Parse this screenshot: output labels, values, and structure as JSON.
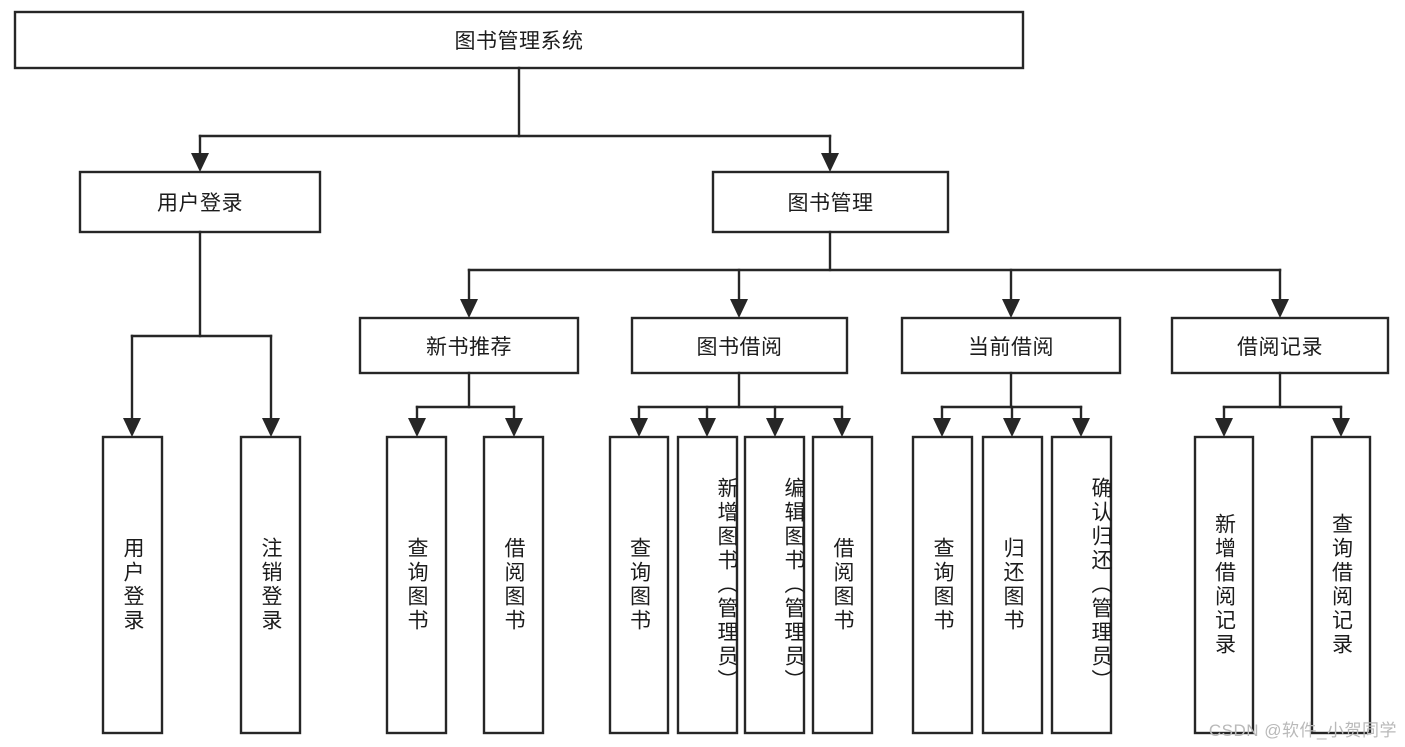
{
  "diagram": {
    "type": "tree",
    "title": "图书管理系统",
    "watermark": "CSDN @软件_小贺同学",
    "colors": {
      "stroke": "#262626",
      "fill": "#ffffff",
      "text": "#1c1c1c",
      "watermark": "#b9b9b9"
    },
    "nodes": {
      "root": {
        "label": "图书管理系统",
        "level": 0,
        "orientation": "horizontal"
      },
      "l1a": {
        "label": "用户登录",
        "level": 1,
        "orientation": "horizontal"
      },
      "l1b": {
        "label": "图书管理",
        "level": 1,
        "orientation": "horizontal"
      },
      "l2a": {
        "label": "新书推荐",
        "level": 2,
        "orientation": "horizontal"
      },
      "l2b": {
        "label": "图书借阅",
        "level": 2,
        "orientation": "horizontal"
      },
      "l2c": {
        "label": "当前借阅",
        "level": 2,
        "orientation": "horizontal"
      },
      "l2d": {
        "label": "借阅记录",
        "level": 2,
        "orientation": "horizontal"
      },
      "leaf1": {
        "label": "用户登录",
        "level": 3,
        "orientation": "vertical"
      },
      "leaf2": {
        "label": "注销登录",
        "level": 3,
        "orientation": "vertical"
      },
      "leaf3": {
        "label": "查询图书",
        "level": 3,
        "orientation": "vertical"
      },
      "leaf4": {
        "label": "借阅图书",
        "level": 3,
        "orientation": "vertical"
      },
      "leaf5": {
        "label": "查询图书",
        "level": 3,
        "orientation": "vertical"
      },
      "leaf6": {
        "label": "新增图书（管理员）",
        "level": 3,
        "orientation": "vertical"
      },
      "leaf7": {
        "label": "编辑图书（管理员）",
        "level": 3,
        "orientation": "vertical"
      },
      "leaf8": {
        "label": "借阅图书",
        "level": 3,
        "orientation": "vertical"
      },
      "leaf9": {
        "label": "查询图书",
        "level": 3,
        "orientation": "vertical"
      },
      "leaf10": {
        "label": "归还图书",
        "level": 3,
        "orientation": "vertical"
      },
      "leaf11": {
        "label": "确认归还（管理员）",
        "level": 3,
        "orientation": "vertical"
      },
      "leaf12": {
        "label": "新增借阅记录",
        "level": 3,
        "orientation": "vertical"
      },
      "leaf13": {
        "label": "查询借阅记录",
        "level": 3,
        "orientation": "vertical"
      }
    },
    "edges": [
      {
        "from": "root",
        "to": "l1a"
      },
      {
        "from": "root",
        "to": "l1b"
      },
      {
        "from": "l1b",
        "to": "l2a"
      },
      {
        "from": "l1b",
        "to": "l2b"
      },
      {
        "from": "l1b",
        "to": "l2c"
      },
      {
        "from": "l1b",
        "to": "l2d"
      },
      {
        "from": "l1a",
        "to": "leaf1"
      },
      {
        "from": "l1a",
        "to": "leaf2"
      },
      {
        "from": "l2a",
        "to": "leaf3"
      },
      {
        "from": "l2a",
        "to": "leaf4"
      },
      {
        "from": "l2b",
        "to": "leaf5"
      },
      {
        "from": "l2b",
        "to": "leaf6"
      },
      {
        "from": "l2b",
        "to": "leaf7"
      },
      {
        "from": "l2b",
        "to": "leaf8"
      },
      {
        "from": "l2c",
        "to": "leaf9"
      },
      {
        "from": "l2c",
        "to": "leaf10"
      },
      {
        "from": "l2c",
        "to": "leaf11"
      },
      {
        "from": "l2d",
        "to": "leaf12"
      },
      {
        "from": "l2d",
        "to": "leaf13"
      }
    ]
  }
}
